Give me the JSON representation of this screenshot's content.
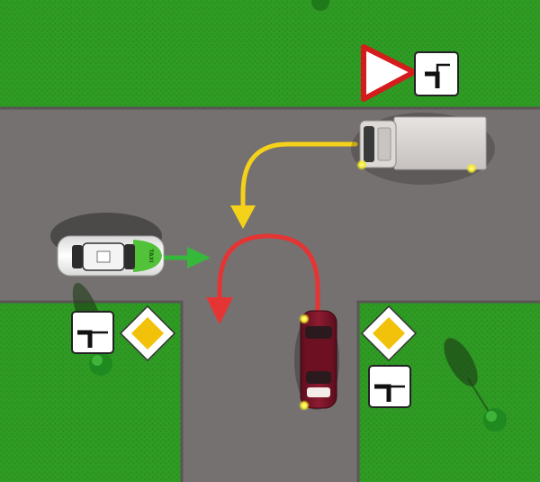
{
  "scene": {
    "type": "traffic-intersection-diagram",
    "colors": {
      "grass": "#2f9a24",
      "grass_dark": "#24861b",
      "road": "#757170",
      "curb": "#5a5655",
      "priority_sign_fill": "#f2c10a",
      "yield_sign_border": "#d41c1c",
      "yellow_arrow": "#f5d21a",
      "green_arrow": "#36b83a",
      "red_arrow": "#e53434",
      "taxi_body": "#f4f4f4",
      "taxi_accent": "#52c23a",
      "truck_box": "#d7d3d0",
      "sedan_body": "#7a1427",
      "headlight": "#f7ec2a"
    },
    "vehicles": [
      {
        "name": "truck",
        "direction": "west",
        "maneuver": "left-turn",
        "arrow": "yellow"
      },
      {
        "name": "taxi",
        "direction": "east",
        "maneuver": "straight",
        "arrow": "green",
        "label": "TAXI"
      },
      {
        "name": "sedan",
        "direction": "north",
        "maneuver": "u-turn",
        "arrow": "red"
      }
    ],
    "signs": [
      {
        "name": "yield-sign",
        "location": "top-right"
      },
      {
        "name": "priority-road-sign",
        "location": "bottom-left"
      },
      {
        "name": "priority-road-sign",
        "location": "bottom-right"
      },
      {
        "name": "priority-direction-plate",
        "location": "top-right"
      },
      {
        "name": "priority-direction-plate",
        "location": "bottom-left"
      },
      {
        "name": "priority-direction-plate",
        "location": "bottom-right"
      }
    ]
  }
}
